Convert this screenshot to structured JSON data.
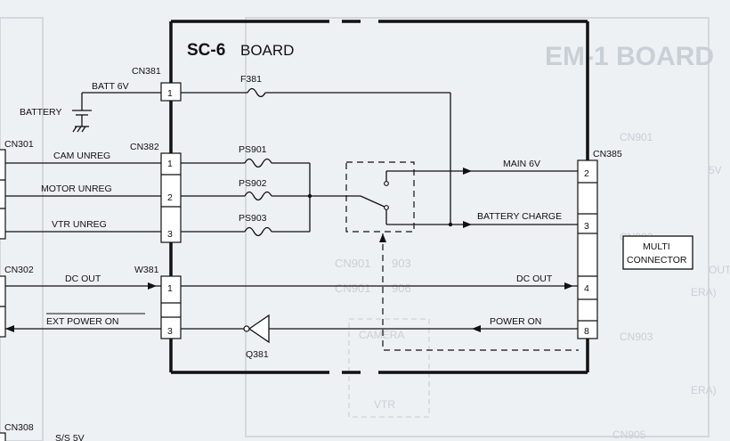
{
  "board": {
    "title_bold": "SC-6",
    "title_rest": "BOARD"
  },
  "background_board": {
    "title": "EM-1 BOARD",
    "labels": [
      "CN901",
      "5V",
      "CN902",
      "OUT",
      "ERA)",
      "CN903",
      "ERA)",
      "CN905",
      "CAMERA",
      "VTR",
      "CN901",
      "903",
      "CN901",
      "906"
    ]
  },
  "connectors": {
    "cn381": {
      "name": "CN381",
      "pins": [
        "1"
      ]
    },
    "cn382": {
      "name": "CN382",
      "pins": [
        "1",
        "2",
        "3"
      ]
    },
    "w381": {
      "name": "W381",
      "pins": [
        "1",
        "3"
      ]
    },
    "cn385": {
      "name": "CN385",
      "pins": [
        "2",
        "3",
        "4",
        "8"
      ]
    },
    "cn301": {
      "name": "CN301"
    },
    "cn302": {
      "name": "CN302"
    },
    "cn308": {
      "name": "CN308"
    }
  },
  "signals": {
    "batt": "BATT 6V",
    "battery": "BATTERY",
    "cam_unreg": "CAM UNREG",
    "motor_unreg": "MOTOR UNREG",
    "vtr_unreg": "VTR UNREG",
    "dc_out_left": "DC OUT",
    "ext_power_on": "EXT POWER ON",
    "main_6v": "MAIN 6V",
    "battery_charge": "BATTERY CHARGE",
    "dc_out_right": "DC OUT",
    "power_on": "POWER ON",
    "ss_5v": "S/S 5V"
  },
  "components": {
    "f381": "F381",
    "ps901": "PS901",
    "ps902": "PS902",
    "ps903": "PS903",
    "q381": "Q381"
  },
  "multi_connector": {
    "line1": "MULTI",
    "line2": "CONNECTOR"
  },
  "colors": {
    "paper": "#eef1f4",
    "ink": "#111111",
    "ghost": "#c9cfd6"
  }
}
